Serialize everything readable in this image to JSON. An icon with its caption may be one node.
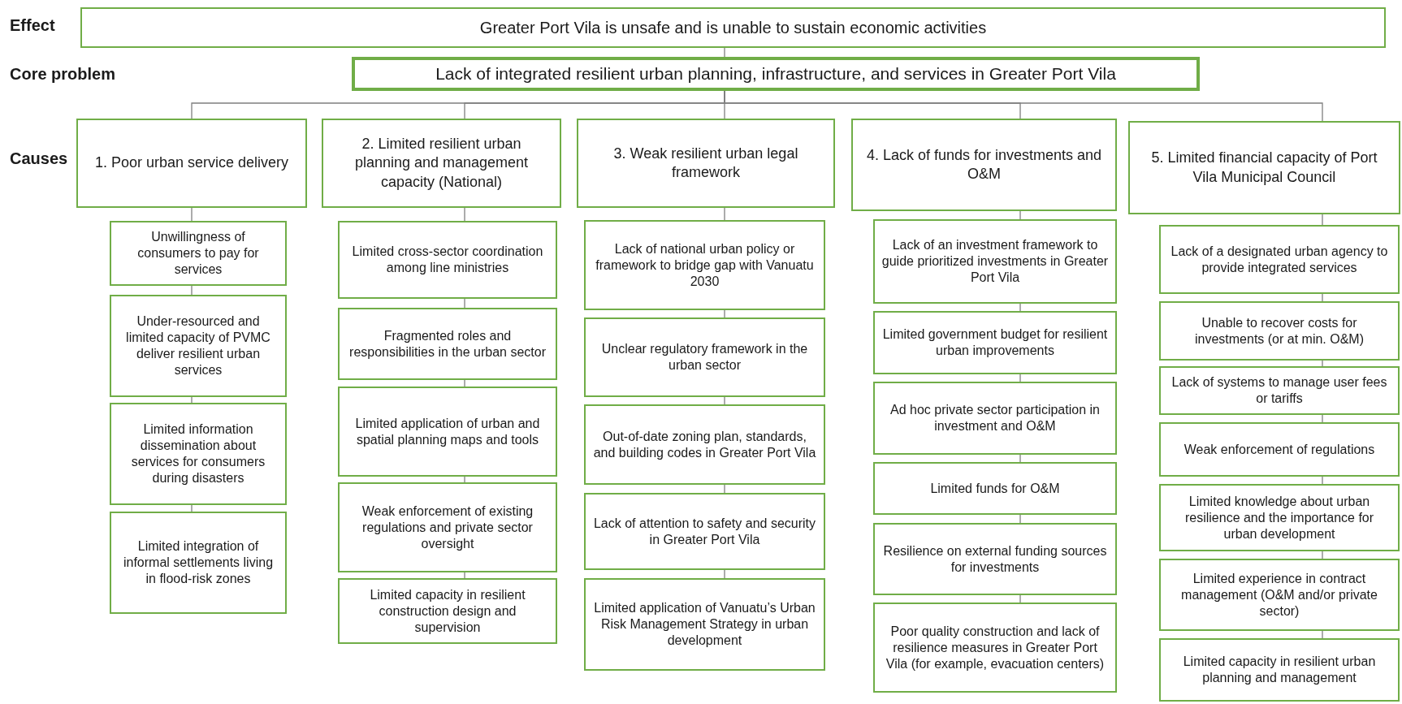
{
  "diagram": {
    "nodes": [
      {
        "text": [
          "Greater Port Vila is unsafe and is unable to sustain economic activities"
        ]
      },
      {
        "text": [
          "Lack of integrated resilient urban planning, infrastructure, and services in Greater Port Vila"
        ]
      },
      {
        "text": [
          "1. Poor urban service delivery"
        ]
      },
      {
        "text": [
          "2. Limited resilient urban planning and management capacity (National)"
        ]
      },
      {
        "text": [
          "3. Weak resilient urban legal framework"
        ]
      },
      {
        "text": [
          "4. Lack of funds for investments and O&M"
        ]
      },
      {
        "text": [
          "5. Limited financial capacity of Port Vila Municipal Council"
        ]
      },
      {
        "text": [
          "Unwillingness of consumers to pay for services"
        ]
      },
      {
        "text": [
          "Under-resourced and limited capacity of PVMC deliver resilient urban services"
        ]
      },
      {
        "text": [
          "Limited information dissemination about services for consumers during disasters"
        ]
      },
      {
        "text": [
          "Limited integration of informal settlements living in flood-risk zones"
        ]
      },
      {
        "text": [
          "Limited cross-sector coordination among line ministries"
        ]
      },
      {
        "text": [
          "Fragmented roles and responsibilities in the urban sector"
        ]
      },
      {
        "text": [
          "Limited application of urban and spatial planning maps and tools"
        ]
      },
      {
        "text": [
          "Weak enforcement of existing regulations and private sector oversight"
        ]
      },
      {
        "text": [
          "Limited capacity in resilient construction design and supervision"
        ]
      },
      {
        "text": [
          "Lack of national urban policy or framework to bridge gap with Vanuatu 2030"
        ]
      },
      {
        "text": [
          "Unclear regulatory framework in the urban sector"
        ]
      },
      {
        "text": [
          "Out-of-date zoning plan, standards, and building codes in Greater Port Vila"
        ]
      },
      {
        "text": [
          "Lack of attention to safety and security in Greater Port Vila"
        ]
      },
      {
        "text": [
          "Limited application of Vanuatu’s Urban Risk Management Strategy in urban development"
        ]
      },
      {
        "text": [
          "Lack of an investment framework to guide prioritized investments in Greater Port Vila"
        ]
      },
      {
        "text": [
          "Limited government budget for resilient urban improvements"
        ]
      },
      {
        "text": [
          "Ad hoc private sector participation in investment and O&M"
        ]
      },
      {
        "text": [
          "Limited funds for O&M"
        ]
      },
      {
        "text": [
          "Resilience on external funding sources for investments"
        ]
      },
      {
        "text": [
          "Poor quality construction and lack of resilience measures in Greater Port Vila (for example, evacuation centers)"
        ]
      },
      {
        "text": [
          "Lack of a designated urban agency to provide integrated services"
        ]
      },
      {
        "text": [
          "Unable to recover costs for investments (or at min. O&M)"
        ]
      },
      {
        "text": [
          "Lack of systems to manage user fees or tariffs"
        ]
      },
      {
        "text": [
          "Weak enforcement of regulations"
        ]
      },
      {
        "text": [
          "Limited knowledge about urban resilience and the importance for urban development"
        ]
      },
      {
        "text": [
          "Limited experience in contract management (O&M and/or private sector)"
        ]
      },
      {
        "text": [
          "Limited capacity in resilient urban planning and management"
        ]
      }
    ],
    "edges": [
      {
        "from": 0,
        "to": 1,
        "arrow": "none"
      },
      {
        "from": 1,
        "to": 2,
        "arrow": "none"
      },
      {
        "from": 1,
        "to": 3,
        "arrow": "none"
      },
      {
        "from": 1,
        "to": 4,
        "arrow": "none"
      },
      {
        "from": 1,
        "to": 5,
        "arrow": "none"
      },
      {
        "from": 1,
        "to": 6,
        "arrow": "none"
      },
      {
        "from": 2,
        "to": 7,
        "arrow": "none"
      },
      {
        "from": 7,
        "to": 8,
        "arrow": "none"
      },
      {
        "from": 8,
        "to": 9,
        "arrow": "none"
      },
      {
        "from": 9,
        "to": 10,
        "arrow": "none"
      },
      {
        "from": 3,
        "to": 11,
        "arrow": "none"
      },
      {
        "from": 11,
        "to": 12,
        "arrow": "none"
      },
      {
        "from": 12,
        "to": 13,
        "arrow": "none"
      },
      {
        "from": 13,
        "to": 14,
        "arrow": "none"
      },
      {
        "from": 14,
        "to": 15,
        "arrow": "none"
      },
      {
        "from": 4,
        "to": 16,
        "arrow": "none"
      },
      {
        "from": 16,
        "to": 17,
        "arrow": "none"
      },
      {
        "from": 17,
        "to": 18,
        "arrow": "none"
      },
      {
        "from": 18,
        "to": 19,
        "arrow": "none"
      },
      {
        "from": 19,
        "to": 20,
        "arrow": "none"
      },
      {
        "from": 5,
        "to": 21,
        "arrow": "none"
      },
      {
        "from": 21,
        "to": 22,
        "arrow": "none"
      },
      {
        "from": 22,
        "to": 23,
        "arrow": "none"
      },
      {
        "from": 23,
        "to": 24,
        "arrow": "none"
      },
      {
        "from": 24,
        "to": 25,
        "arrow": "none"
      },
      {
        "from": 25,
        "to": 26,
        "arrow": "none"
      },
      {
        "from": 6,
        "to": 27,
        "arrow": "none"
      },
      {
        "from": 27,
        "to": 28,
        "arrow": "none"
      },
      {
        "from": 28,
        "to": 29,
        "arrow": "none"
      },
      {
        "from": 29,
        "to": 30,
        "arrow": "none"
      },
      {
        "from": 30,
        "to": 31,
        "arrow": "none"
      },
      {
        "from": 31,
        "to": 32,
        "arrow": "none"
      },
      {
        "from": 32,
        "to": 33,
        "arrow": "none"
      }
    ],
    "labels": [
      "Effect",
      "Core problem",
      "Causes"
    ]
  }
}
